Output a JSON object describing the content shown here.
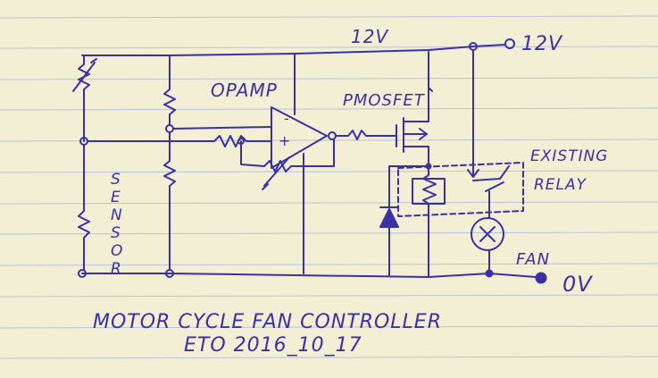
{
  "labels": {
    "supply_top": "12V",
    "supply_terminal": "12V",
    "opamp": "OPAMP",
    "pmosfet": "PMOSFET",
    "relay_line1": "EXISTING",
    "relay_line2": "RELAY",
    "sensor": [
      "S",
      "E",
      "N",
      "S",
      "O",
      "R"
    ],
    "fan": "FAN",
    "ground_terminal": "0V",
    "minus_sign": "-",
    "plus_sign": "+"
  },
  "caption": {
    "title": "MOTOR CYCLE FAN CONTROLLER",
    "author_date": "ETO  2016_10_17"
  },
  "colors": {
    "ink": "#3b2fa8",
    "paper": "#f3efd5",
    "rule_lines": "#b9c2d8"
  }
}
